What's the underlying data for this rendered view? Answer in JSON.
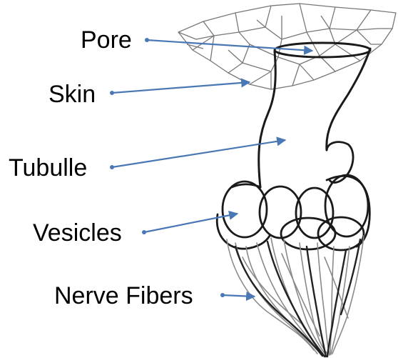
{
  "labels": {
    "pore": "Pore",
    "skin": "Skin",
    "tubulle": "Tubulle",
    "vesicles": "Vesicles",
    "nerve_fibers": "Nerve Fibers"
  },
  "colors": {
    "arrow": "#4a78b4",
    "ink": "#1a1a1a",
    "skin_net": "#777777",
    "text": "#000000"
  }
}
